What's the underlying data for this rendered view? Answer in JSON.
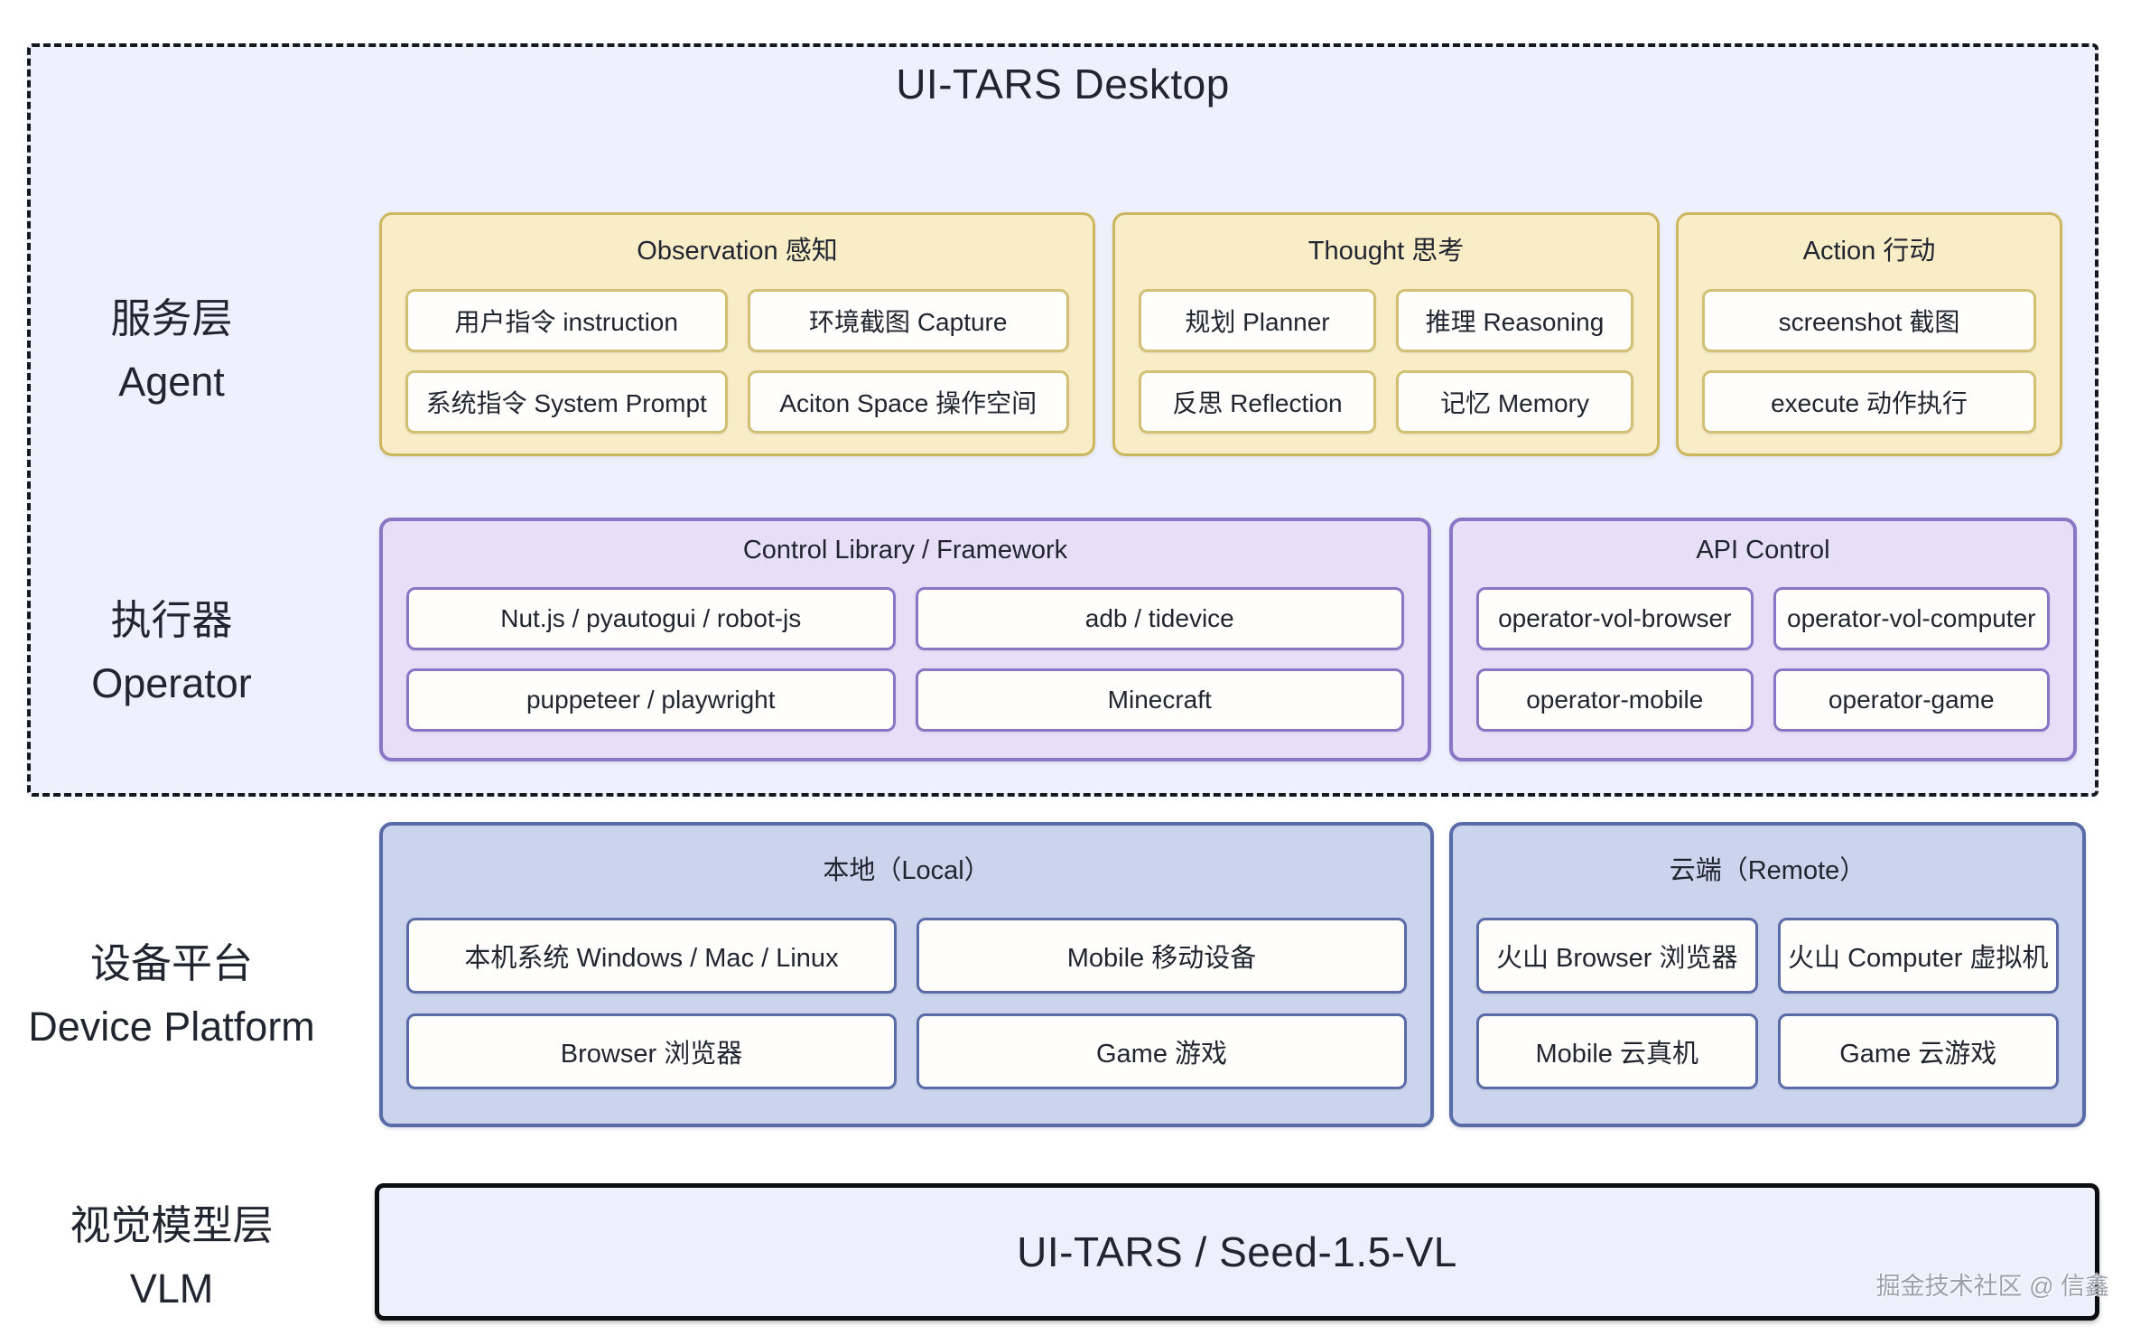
{
  "title": "UI-TARS Desktop",
  "watermark": "掘金技术社区 @ 信鑫",
  "layers": {
    "agent": {
      "zh": "服务层",
      "en": "Agent"
    },
    "operator": {
      "zh": "执行器",
      "en": "Operator"
    },
    "device": {
      "zh": "设备平台",
      "en": "Device Platform"
    },
    "vlm": {
      "zh": "视觉模型层",
      "en": "VLM"
    }
  },
  "sections": {
    "observation": {
      "title": "Observation 感知",
      "items": [
        "用户指令 instruction",
        "环境截图 Capture",
        "系统指令 System Prompt",
        "Aciton Space 操作空间"
      ]
    },
    "thought": {
      "title": "Thought 思考",
      "items": [
        "规划 Planner",
        "推理 Reasoning",
        "反思 Reflection",
        "记忆 Memory"
      ]
    },
    "action": {
      "title": "Action 行动",
      "items": [
        "screenshot 截图",
        "execute 动作执行"
      ]
    },
    "control_library": {
      "title": "Control Library / Framework",
      "items": [
        "Nut.js / pyautogui / robot-js",
        "adb / tidevice",
        "puppeteer / playwright",
        "Minecraft"
      ]
    },
    "api_control": {
      "title": "API Control",
      "items": [
        "operator-vol-browser",
        "operator-vol-computer",
        "operator-mobile",
        "operator-game"
      ]
    },
    "local": {
      "title": "本地（Local）",
      "items": [
        "本机系统 Windows / Mac / Linux",
        "Mobile 移动设备",
        "Browser 浏览器",
        "Game 游戏"
      ]
    },
    "remote": {
      "title": "云端（Remote）",
      "items": [
        "火山 Browser 浏览器",
        "火山 Computer 虚拟机",
        "Mobile 云真机",
        "Game 云游戏"
      ]
    }
  },
  "vlm_box_label": "UI-TARS / Seed-1.5-VL",
  "colors": {
    "panel-bg": "#eef1fc",
    "yellow-bg": "#f8edc7",
    "yellow-border": "#cdb660",
    "purple-bg": "#e7def8",
    "purple-border": "#8a76c5",
    "blue-bg": "#cbd4ec",
    "blue-border": "#5a6ca7",
    "black-border": "#0b0d10",
    "vlm-bg": "#edeffa",
    "text": "#21252f",
    "watermark": "#9aa0ac"
  }
}
